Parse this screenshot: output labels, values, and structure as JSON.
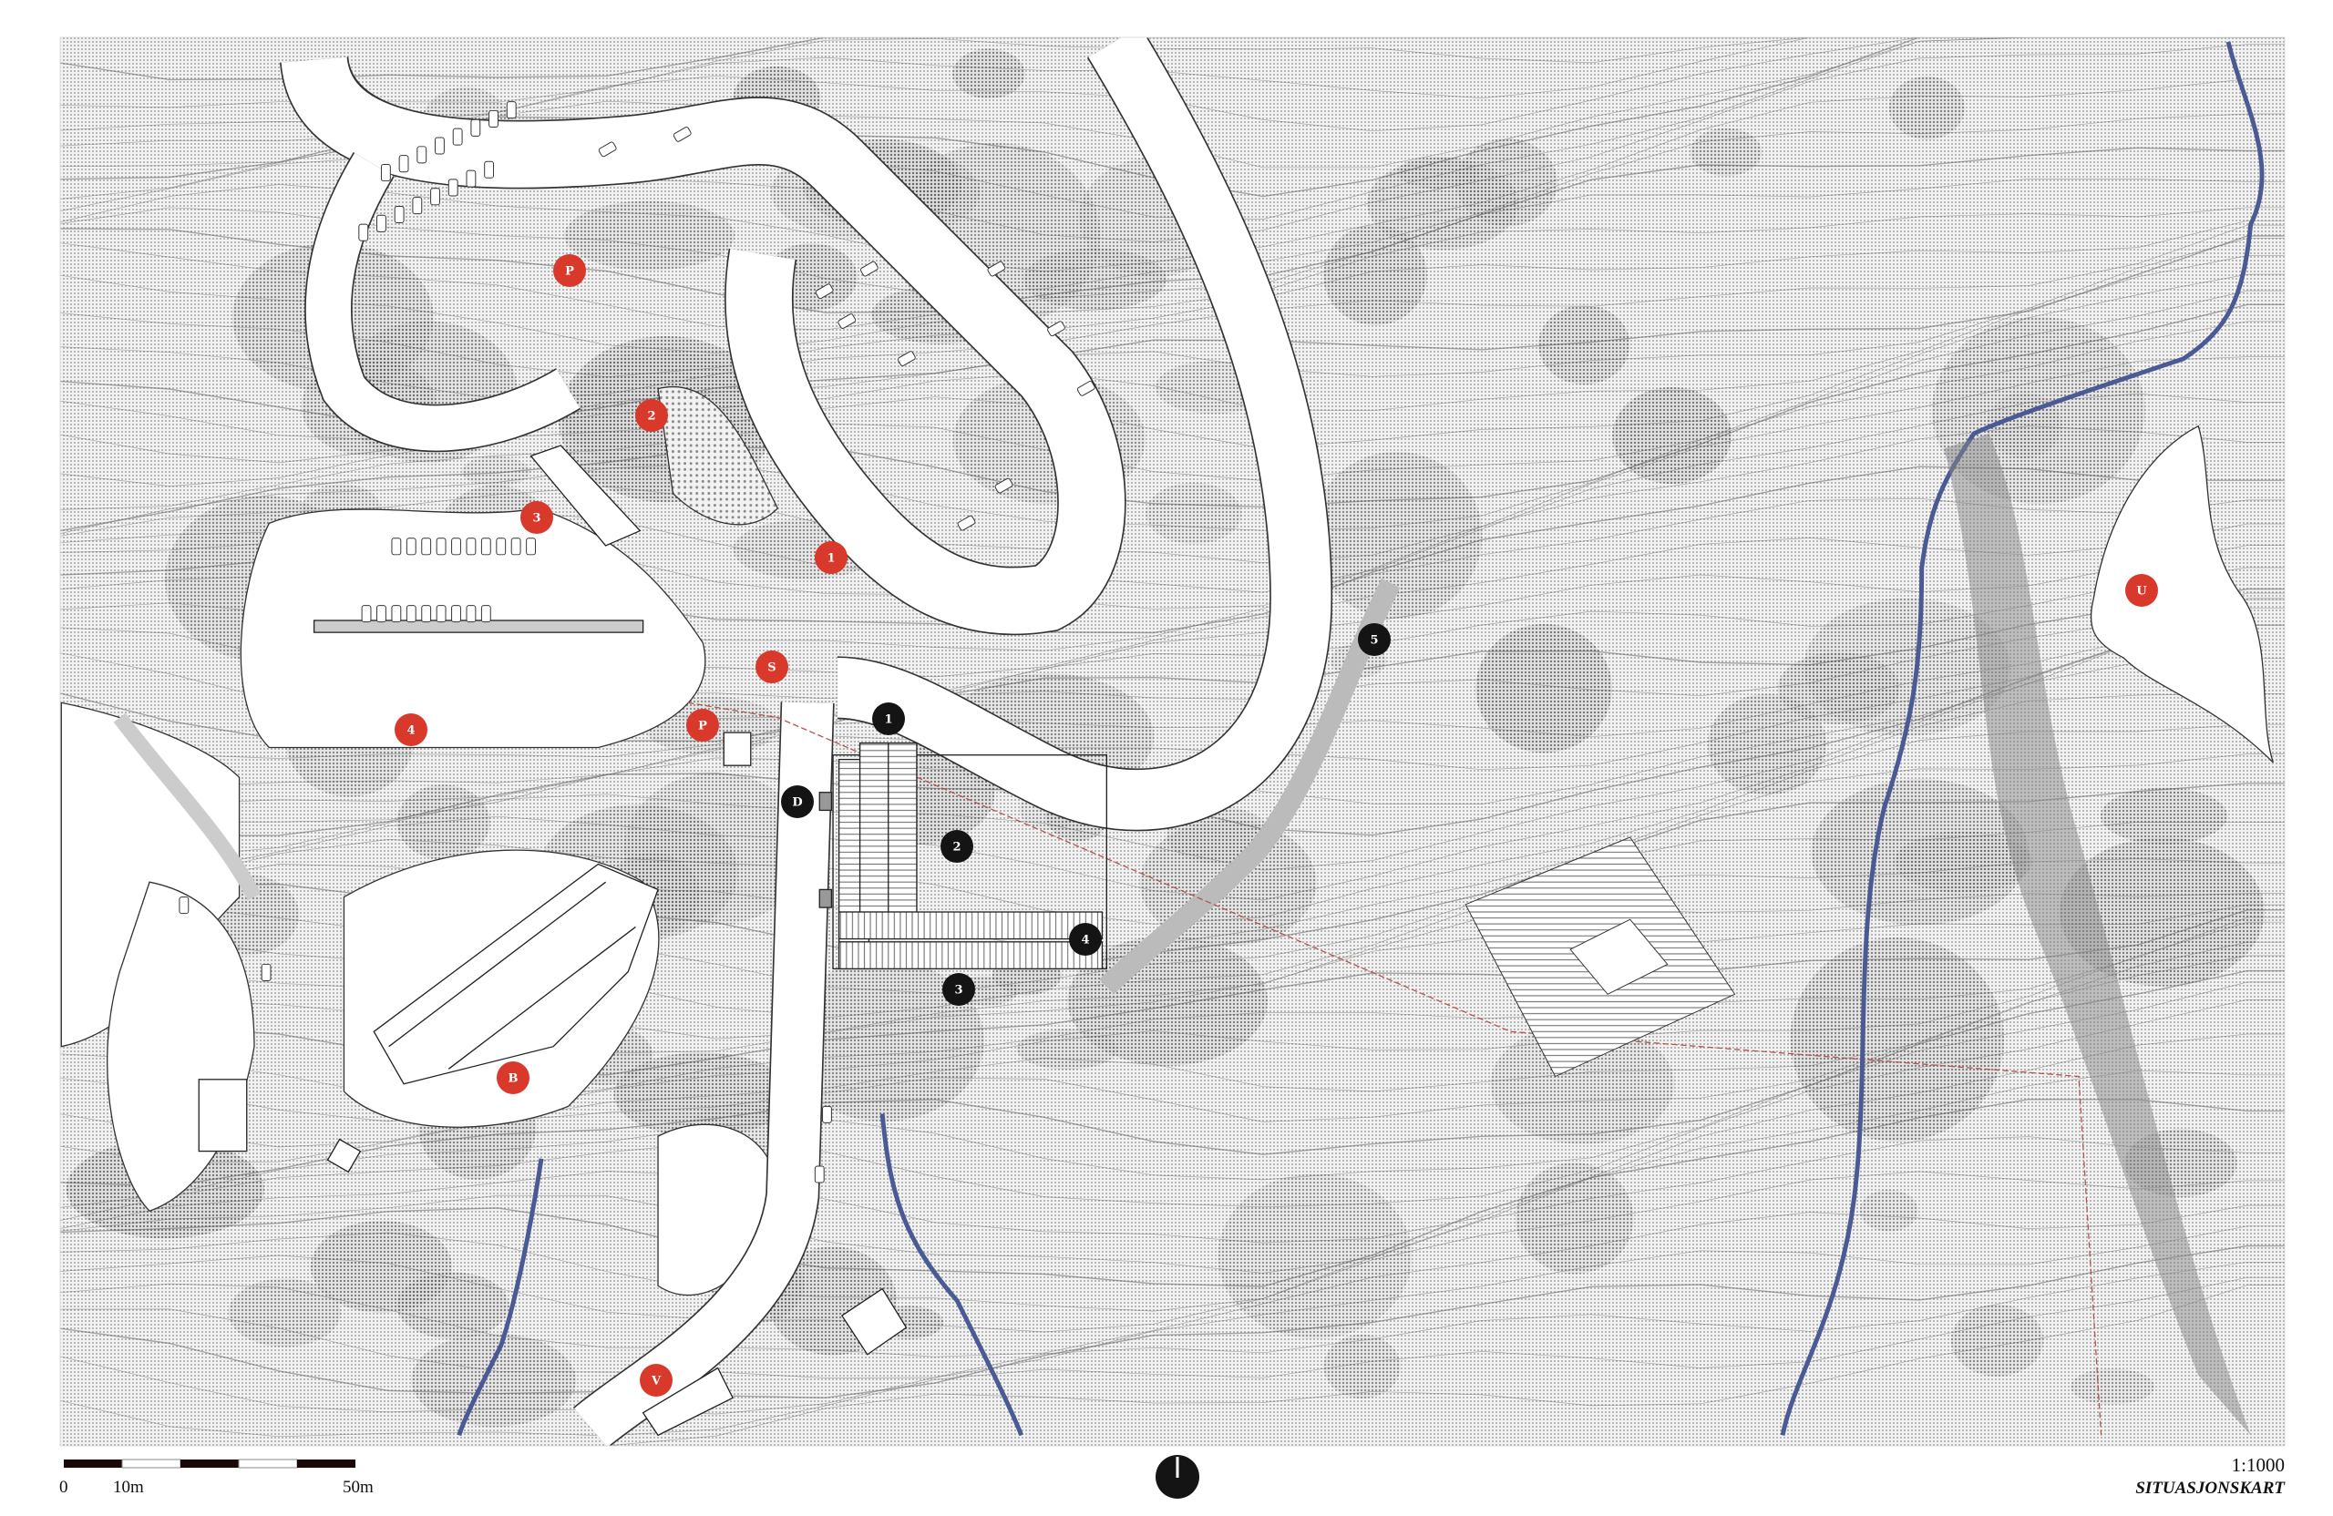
{
  "map": {
    "title": "SITUASJONSKART",
    "scale": "1:1000",
    "scale_bar": {
      "labels": [
        "0",
        "10m",
        "50m"
      ]
    },
    "colors": {
      "marker_red": "#d8392b",
      "marker_black": "#141414",
      "stream_blue": "#4a5a94",
      "boundary_red": "#b5574f"
    },
    "markers_red": [
      "P",
      "2",
      "3",
      "1",
      "S",
      "4",
      "P",
      "B",
      "V",
      "U"
    ],
    "markers_black": [
      "1",
      "D",
      "2",
      "4",
      "3",
      "5"
    ],
    "north_arrow_icon": "north-arrow-icon"
  }
}
